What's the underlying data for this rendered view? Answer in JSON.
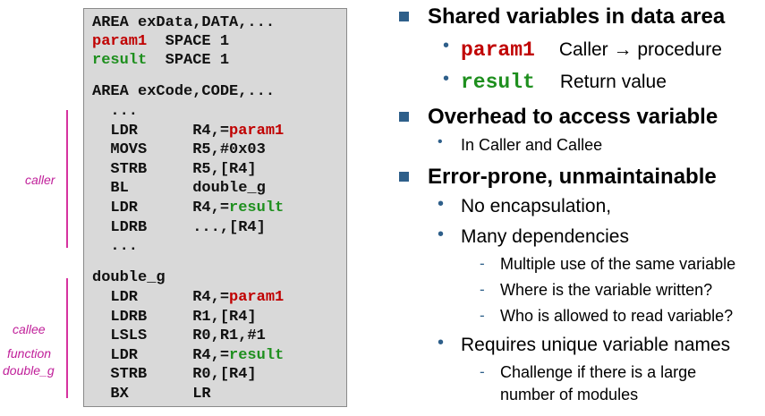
{
  "side_labels": {
    "caller": "caller",
    "callee": "callee",
    "function": "function",
    "function_name": "double_g"
  },
  "code": {
    "line1": "AREA exData,DATA,...",
    "line2_var": "param1",
    "line2_rest": "  SPACE 1",
    "line3_var": "result",
    "line3_rest": "  SPACE 1",
    "line4": "AREA exCode,CODE,...",
    "line5": "  ...",
    "line6_pre": "  LDR      R4,=",
    "line6_var": "param1",
    "line7": "  MOVS     R5,#0x03",
    "line8": "  STRB     R5,[R4]",
    "line9": "  BL       double_g",
    "line10_pre": "  LDR      R4,=",
    "line10_var": "result",
    "line11": "  LDRB     ...,[R4]",
    "line12": "  ...",
    "line13": "double_g",
    "line14_pre": "  LDR      R4,=",
    "line14_var": "param1",
    "line15": "  LDRB     R1,[R4]",
    "line16": "  LSLS     R0,R1,#1",
    "line17_pre": "  LDR      R4,=",
    "line17_var": "result",
    "line18": "  STRB     R0,[R4]",
    "line19": "  BX       LR"
  },
  "bullets": {
    "b1": "Shared variables in data area",
    "b1_sub1_var": "param1",
    "b1_sub1_text": "Caller → procedure",
    "b1_sub2_var": "result",
    "b1_sub2_text": "Return value",
    "b2": "Overhead to access variable",
    "b2_sub1": "In Caller and Callee",
    "b3": "Error-prone, unmaintainable",
    "b3_sub1": "No encapsulation,",
    "b3_sub2": "Many dependencies",
    "b3_sub2_d1": "Multiple use of the same variable",
    "b3_sub2_d2": "Where is the variable written?",
    "b3_sub2_d3": "Who is allowed to read variable?",
    "b3_sub3": "Requires unique variable names",
    "b3_sub3_d1a": "Challenge if there is a large",
    "b3_sub3_d1b": "number of modules"
  },
  "colors": {
    "variable_param": "#c00000",
    "variable_result": "#1e8f1e",
    "bracket": "#d6339f",
    "bullet": "#2e5f8a"
  }
}
